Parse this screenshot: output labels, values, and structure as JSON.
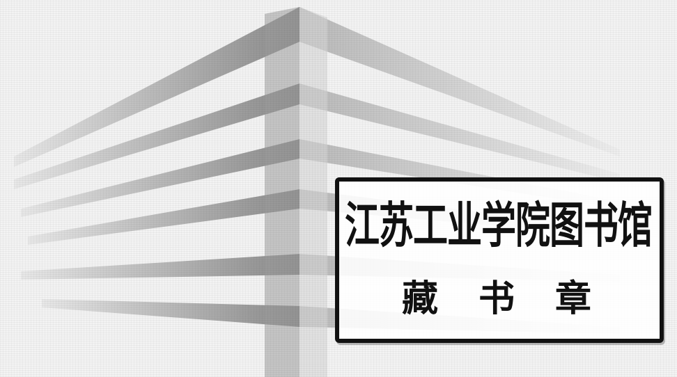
{
  "stamp": {
    "line1": "江苏工业学院图书馆",
    "line2": "藏书章"
  },
  "colors": {
    "ink": "#111111",
    "background": "#f3f3f3",
    "building_dark": "#8e8e8e",
    "building_light": "#e6e6e6"
  },
  "icons": {
    "graphic": "building-stack-graphic"
  }
}
